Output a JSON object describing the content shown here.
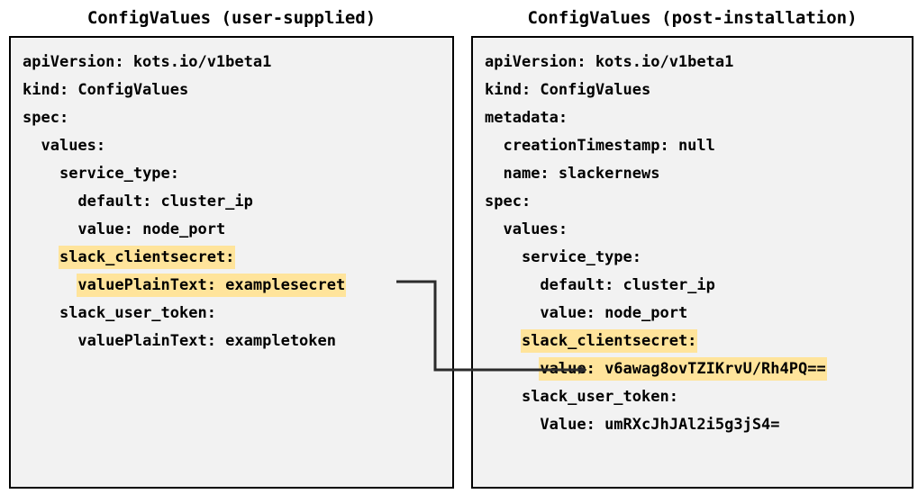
{
  "panels": {
    "left": {
      "title": "ConfigValues (user-supplied)",
      "lines": [
        {
          "text": "apiVersion: kots.io/v1beta1",
          "highlight": false
        },
        {
          "text": "kind: ConfigValues",
          "highlight": false
        },
        {
          "text": "spec:",
          "highlight": false
        },
        {
          "text": "  values:",
          "highlight": false
        },
        {
          "text": "    service_type:",
          "highlight": false
        },
        {
          "text": "      default: cluster_ip",
          "highlight": false
        },
        {
          "text": "      value: node_port",
          "highlight": false
        },
        {
          "text": "    slack_clientsecret:",
          "highlight": true
        },
        {
          "text": "      valuePlainText: examplesecret",
          "highlight": true
        },
        {
          "text": "    slack_user_token:",
          "highlight": false
        },
        {
          "text": "      valuePlainText: exampletoken",
          "highlight": false
        }
      ]
    },
    "right": {
      "title": "ConfigValues (post-installation)",
      "lines": [
        {
          "text": "apiVersion: kots.io/v1beta1",
          "highlight": false
        },
        {
          "text": "kind: ConfigValues",
          "highlight": false
        },
        {
          "text": "metadata:",
          "highlight": false
        },
        {
          "text": "  creationTimestamp: null",
          "highlight": false
        },
        {
          "text": "  name: slackernews",
          "highlight": false
        },
        {
          "text": "spec:",
          "highlight": false
        },
        {
          "text": "  values:",
          "highlight": false
        },
        {
          "text": "    service_type:",
          "highlight": false
        },
        {
          "text": "      default: cluster_ip",
          "highlight": false
        },
        {
          "text": "      value: node_port",
          "highlight": false
        },
        {
          "text": "    slack_clientsecret:",
          "highlight": true
        },
        {
          "text": "      value: v6awag8ovTZIKrvU/Rh4PQ==",
          "highlight": true
        },
        {
          "text": "    slack_user_token:",
          "highlight": false
        },
        {
          "text": "      Value: umRXcJhJAl2i5g3jS4=",
          "highlight": false
        }
      ]
    }
  },
  "connector": {
    "name": "secret-transform-arrow",
    "from_label": "examplesecret",
    "to_label": "v6awag8ovTZIKrvU/Rh4PQ==",
    "color": "#2b2b2b"
  },
  "colors": {
    "highlight": "#ffe49b",
    "panel_background": "#f2f2f2",
    "panel_border": "#000000",
    "text": "#000000",
    "page_background": "#ffffff"
  }
}
